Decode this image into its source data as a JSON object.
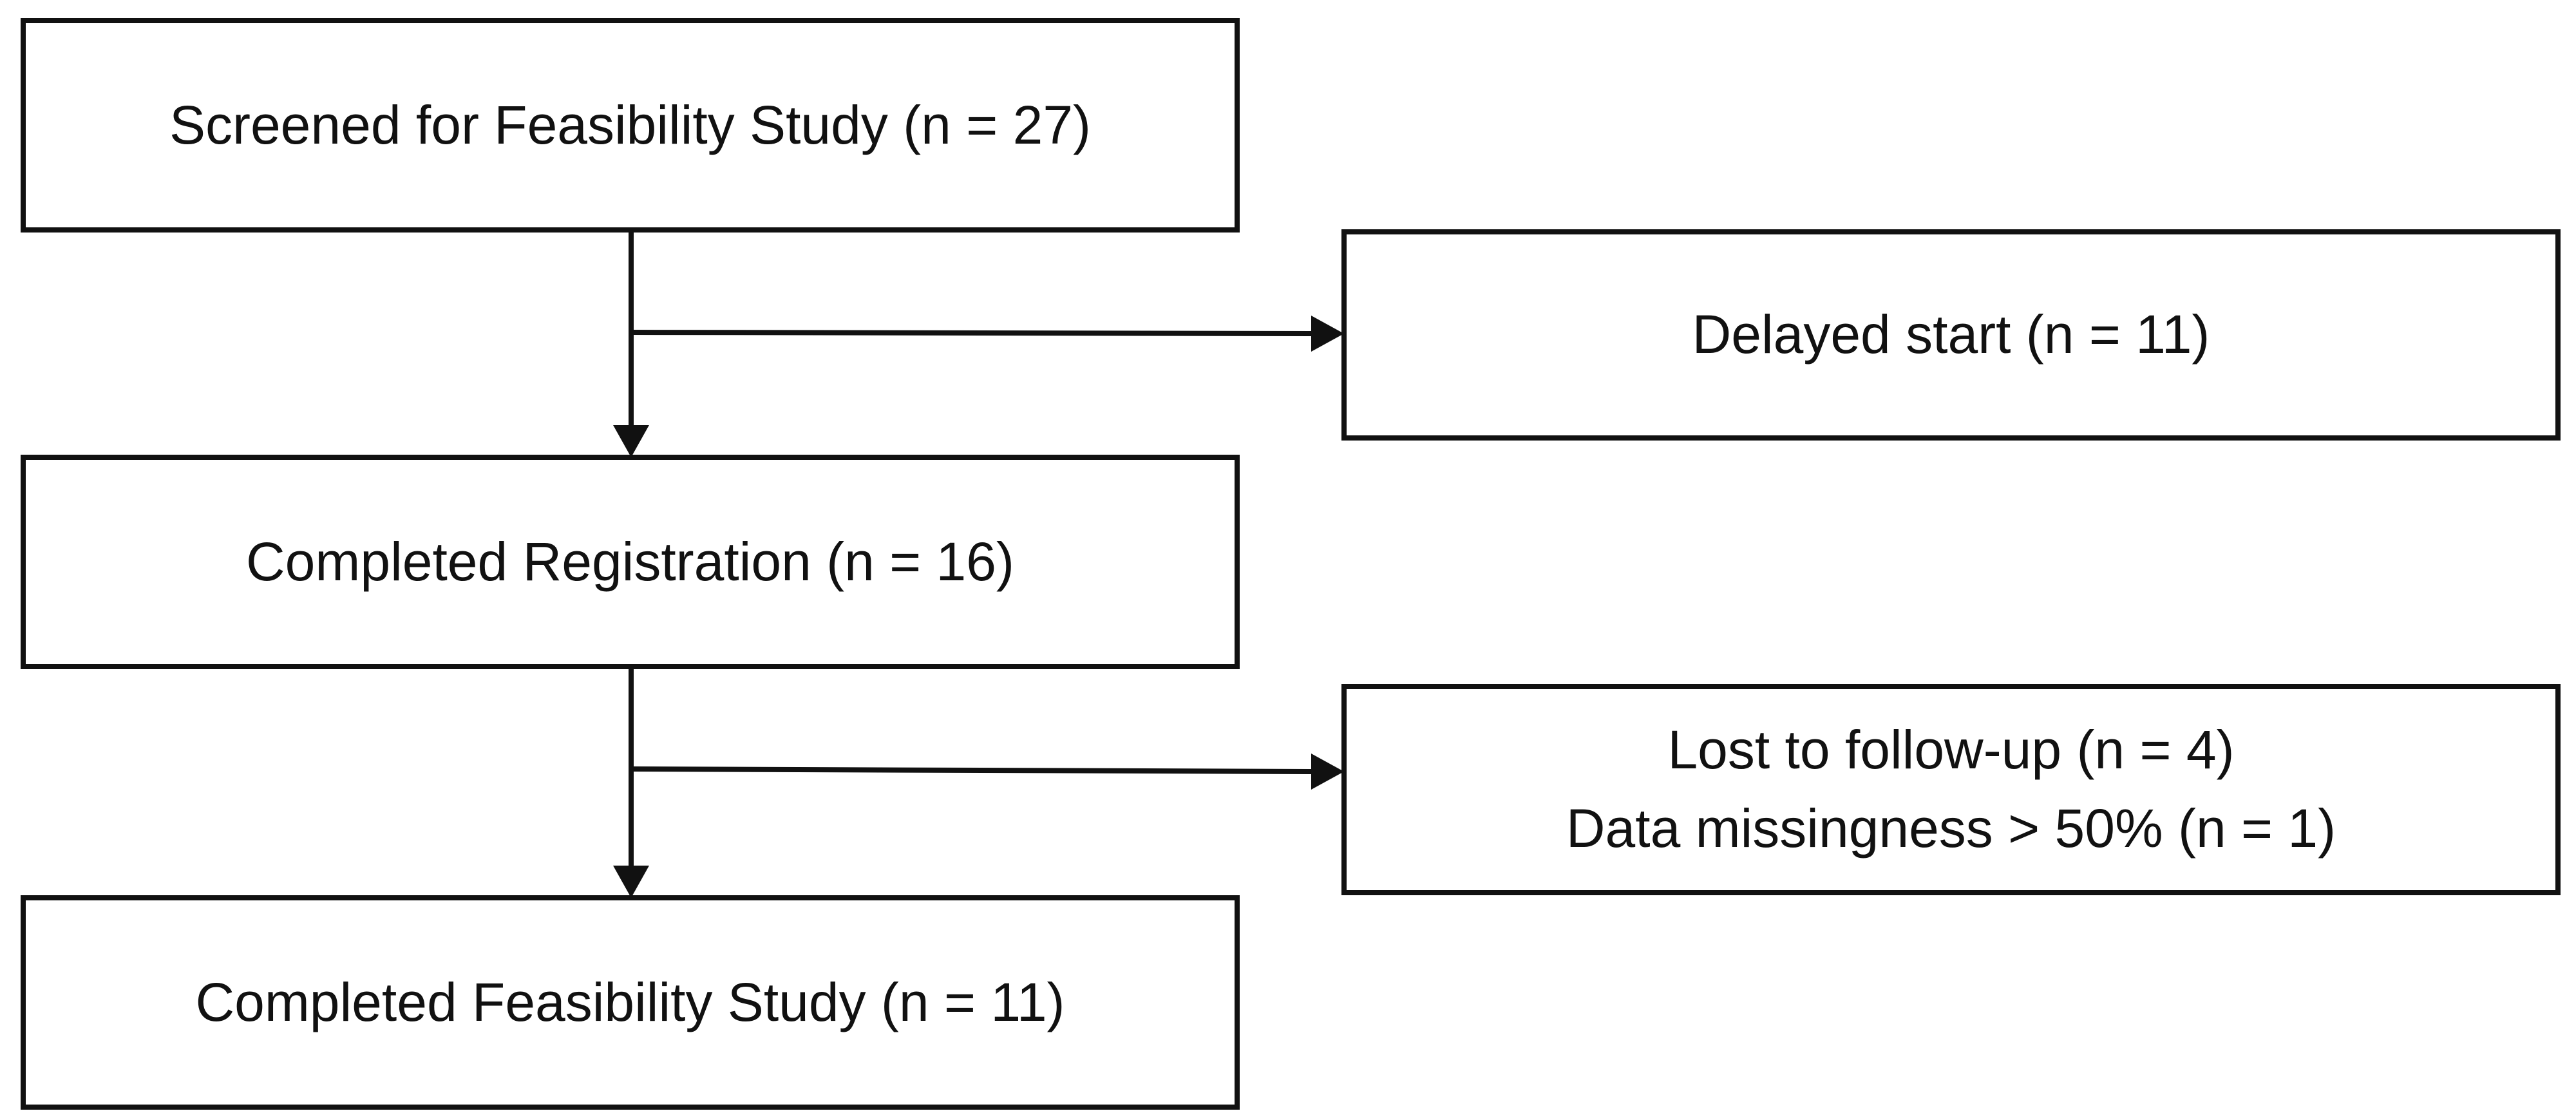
{
  "diagram": {
    "boxes": {
      "screened": {
        "label": "Screened for Feasibility Study (n = 27)"
      },
      "delayed": {
        "label": "Delayed start (n = 11)"
      },
      "registered": {
        "label": "Completed Registration (n = 16)"
      },
      "lost": {
        "line1": "Lost to follow-up (n = 4)",
        "line2": "Data missingness > 50% (n = 1)"
      },
      "completed": {
        "label": "Completed Feasibility Study (n = 11)"
      }
    }
  }
}
